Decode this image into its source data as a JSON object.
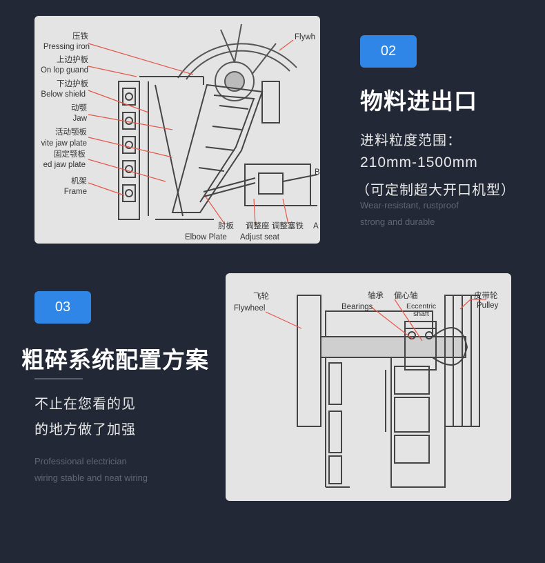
{
  "section_02": {
    "badge": "02",
    "title": "物料进出口",
    "lines": [
      "进料粒度范围：",
      "210mm-1500mm",
      "（可定制超大开口机型）"
    ],
    "english": [
      "Wear-resistant, rustproof",
      "strong and durable"
    ],
    "diagram_labels": {
      "pressing_iron_cn": "压铁",
      "pressing_iron_en": "Pressing iron",
      "top_guard_cn": "上边护板",
      "top_guard_en": "On lop guand",
      "below_shield_cn": "下边护板",
      "below_shield_en": "Below shield",
      "jaw_cn": "动颚",
      "jaw_en": "Jaw",
      "movable_plate_cn": "活动颚板",
      "movable_plate_en": "vite jaw plate",
      "fixed_plate_cn": "固定颚板",
      "fixed_plate_en": "ed jaw plate",
      "frame_cn": "机架",
      "frame_en": "Frame",
      "flywheel_en": "Flywh",
      "elbow_cn": "肘板",
      "adjust_seat_cn": "调整座",
      "adjust_iron_cn": "调整塞铁",
      "elbow_en": "Elbow Plate",
      "adjust_seat_en": "Adjust  seat",
      "right_b": "B",
      "right_a": "A"
    }
  },
  "section_03": {
    "badge": "03",
    "title": "粗碎系统配置方案",
    "lines": [
      "不止在您看的见",
      "的地方做了加强"
    ],
    "english": [
      "Professional electrician",
      "wiring stable and neat wiring"
    ],
    "diagram_labels": {
      "flywheel_cn": "飞轮",
      "flywheel_en": "Flywheel",
      "bearings_cn": "轴承",
      "bearings_en": "Bearings",
      "eccentric_cn": "偏心轴",
      "eccentric_en_1": "Eccentric",
      "eccentric_en_2": "shaft",
      "pulley_cn": "皮带轮",
      "pulley_en": "Pulley"
    }
  },
  "colors": {
    "background": "#222836",
    "accent": "#2f86e6",
    "card": "#e4e4e4",
    "leader": "#e4584a"
  }
}
